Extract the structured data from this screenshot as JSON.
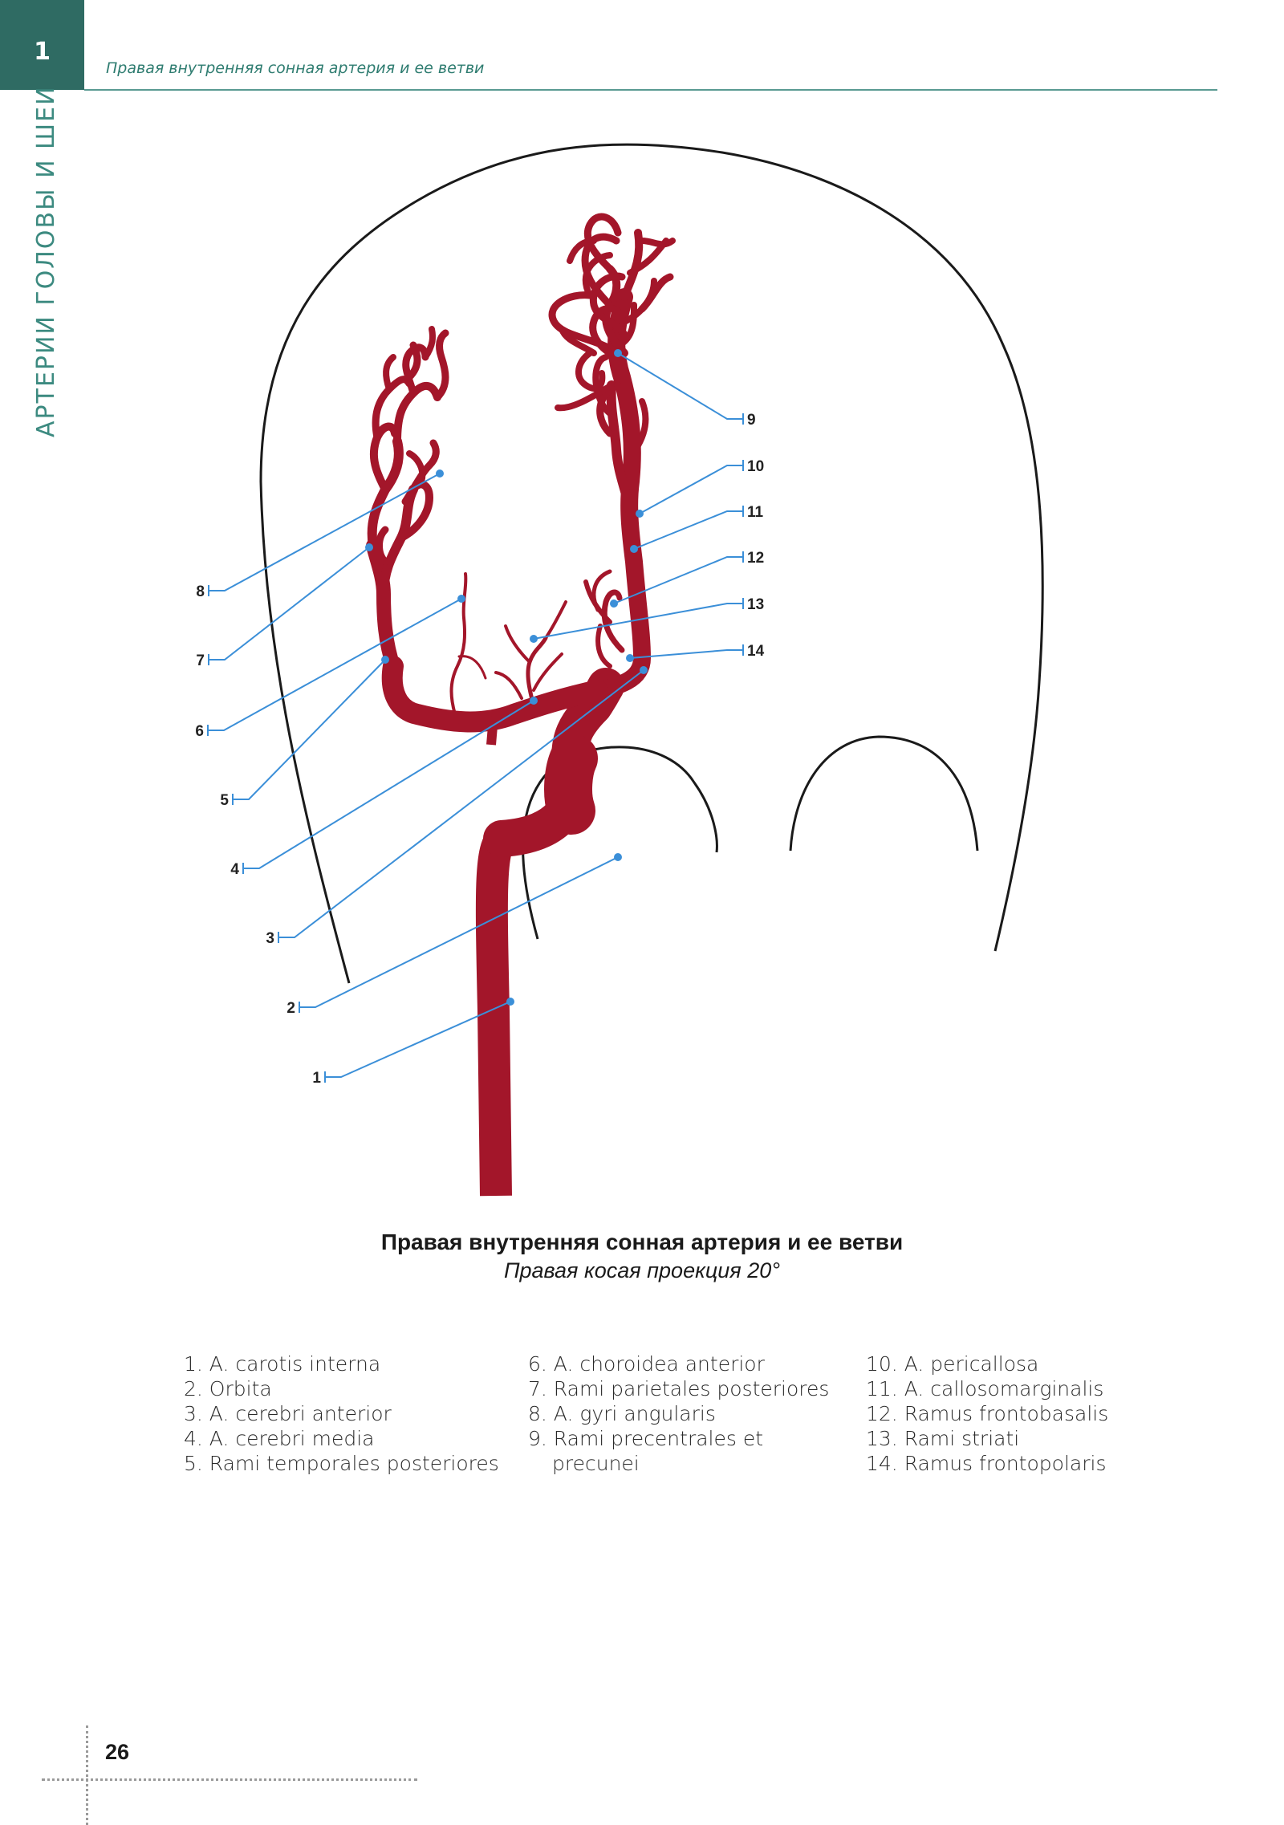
{
  "chapter": {
    "number": "1"
  },
  "running_head": "Правая внутренняя сонная артерия и ее ветви",
  "side_title": "АРТЕРИИ ГОЛОВЫ И ШЕИ",
  "colors": {
    "accent": "#2f6b63",
    "vessel": "#a3162a",
    "leader": "#3b8fd8",
    "outline": "#1a1a1a"
  },
  "figure": {
    "labels": [
      "1",
      "2",
      "3",
      "4",
      "5",
      "6",
      "7",
      "8",
      "9",
      "10",
      "11",
      "12",
      "13",
      "14"
    ]
  },
  "caption": {
    "title": "Правая внутренняя сонная артерия и ее ветви",
    "subtitle": "Правая косая проекция 20°"
  },
  "legend": {
    "col1": [
      "1. A. carotis interna",
      "2. Orbita",
      "3. A. cerebri anterior",
      "4. A. cerebri media",
      "5. Rami temporales posteriores"
    ],
    "col2": [
      "6. A. choroidea anterior",
      "7. Rami parietales posteriores",
      "8. A. gyri angularis",
      "9. Rami precentrales et"
    ],
    "col2_cont": "precunei",
    "col3": [
      "10. A. pericallosa",
      "11. A. callosomarginalis",
      "12. Ramus frontobasalis",
      "13. Rami striati",
      "14. Ramus frontopolaris"
    ]
  },
  "page_number": "26"
}
